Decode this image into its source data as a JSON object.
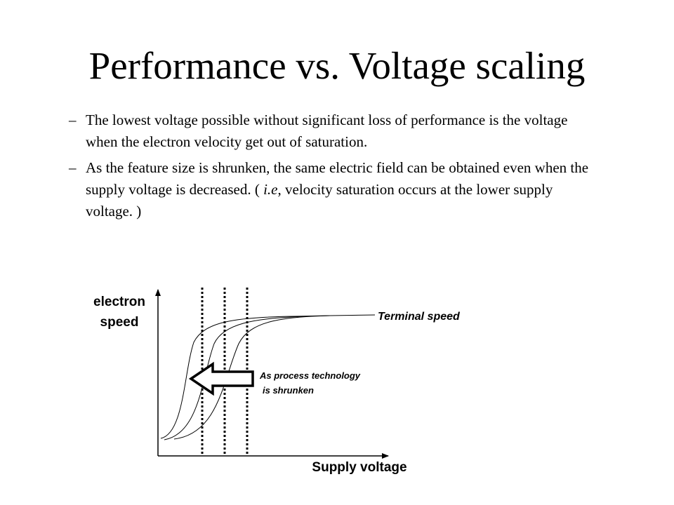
{
  "slide": {
    "title": "Performance vs. Voltage scaling",
    "bullets": [
      {
        "dash": "–",
        "text": "The lowest voltage possible without significant loss of performance is the voltage when the electron velocity get out of saturation."
      },
      {
        "dash": "–",
        "text_before": "As the feature size is shrunken, the same electric field can be obtained even when the supply voltage is decreased. ( ",
        "text_italic": "i.e",
        "text_after": ", velocity saturation occurs at the lower supply voltage. )"
      }
    ]
  },
  "diagram": {
    "y_axis_label_line1": "electron",
    "y_axis_label_line2": "speed",
    "x_axis_label": "Supply voltage",
    "curve_label": "Terminal speed",
    "arrow_label_line1": "As process technology",
    "arrow_label_line2": "is shrunken",
    "stroke_color": "#000000"
  }
}
